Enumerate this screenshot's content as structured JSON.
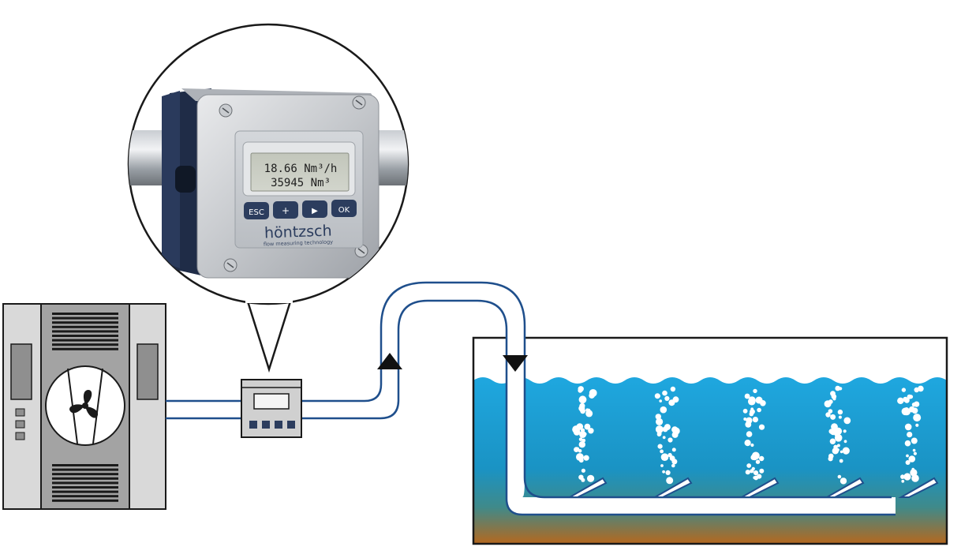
{
  "flow_meter": {
    "display_line1": "18.66 Nm³/h",
    "display_line2": "35945 Nm³",
    "buttons": [
      {
        "label": "ESC"
      },
      {
        "label": "+"
      },
      {
        "label": "▶"
      },
      {
        "label": "OK"
      }
    ],
    "brand": "höntzsch",
    "tagline": "flow measuring technology"
  },
  "icons": {
    "blower": "fan-icon",
    "flow_up": "triangle-up-arrow-icon",
    "flow_down": "triangle-down-arrow-icon"
  },
  "colors": {
    "pipe_outline": "#1f4f8c",
    "water_top": "#1fa7df",
    "water_bottom": "#b5681e",
    "device_body": "#a3a3a3",
    "device_panel": "#d0d0d0",
    "meter_dark_button": "#2c3d5e",
    "lcd": "#c9ccc2"
  }
}
